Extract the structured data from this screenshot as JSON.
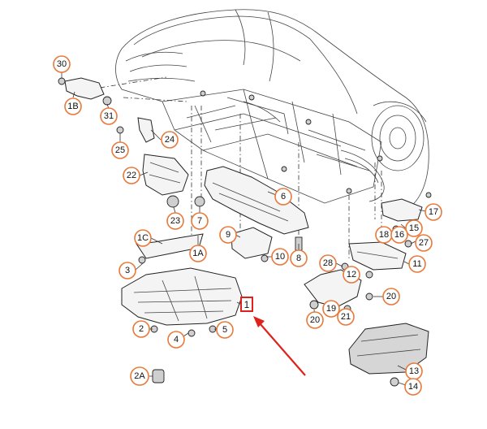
{
  "diagram": {
    "colors": {
      "callout_ring": "#e8793a",
      "highlight_box": "#e0201b",
      "highlight_arrow": "#e0201b",
      "line_art": "#222222"
    },
    "callouts": {
      "c30": "30",
      "c1b": "1B",
      "c31": "31",
      "c25": "25",
      "c24": "24",
      "c22": "22",
      "c23": "23",
      "c6": "6",
      "c7": "7",
      "c9": "9",
      "c1c": "1C",
      "c1a": "1A",
      "c10": "10",
      "c8": "8",
      "c3": "3",
      "c2": "2",
      "c4": "4",
      "c5": "5",
      "c2a": "2A",
      "c17": "17",
      "c15": "15",
      "c18": "18",
      "c16": "16",
      "c27": "27",
      "c28": "28",
      "c12": "12",
      "c11": "11",
      "c20a": "20",
      "c20b": "20",
      "c19": "19",
      "c21": "21",
      "c13": "13",
      "c14": "14"
    },
    "highlight_label": "1"
  }
}
